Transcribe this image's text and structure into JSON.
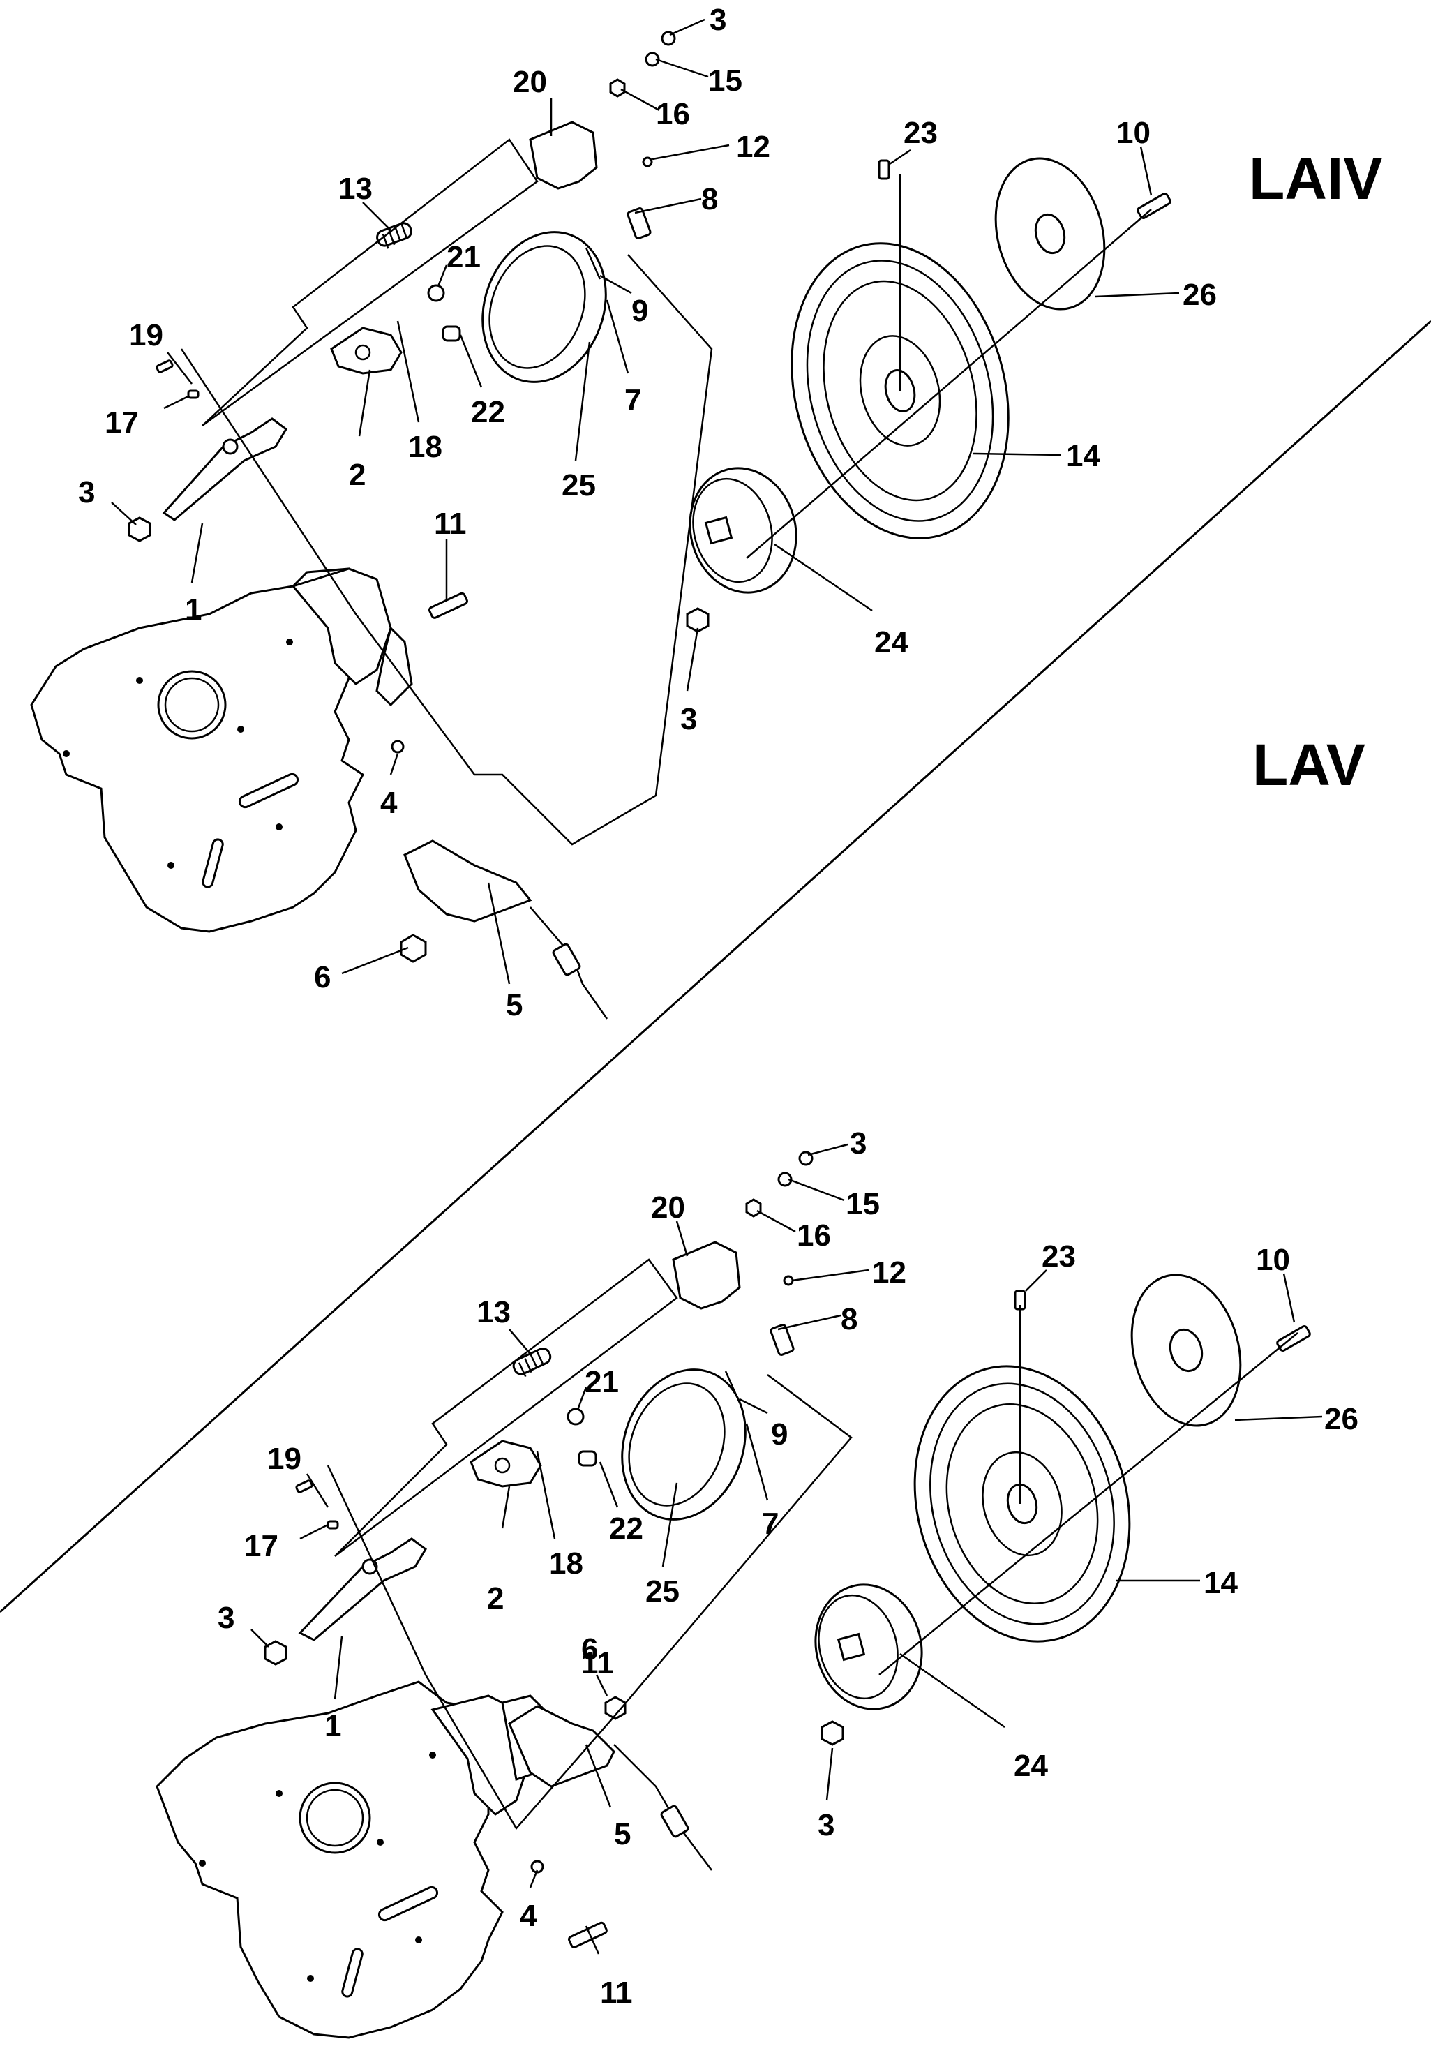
{
  "views": [
    {
      "title": "LAIV",
      "labels": [
        "3",
        "15",
        "16",
        "20",
        "12",
        "8",
        "13",
        "21",
        "9",
        "23",
        "10",
        "26",
        "19",
        "22",
        "7",
        "2",
        "18",
        "17",
        "25",
        "14",
        "3",
        "1",
        "11",
        "24",
        "3",
        "4",
        "6",
        "5"
      ]
    },
    {
      "title": "LAV",
      "labels": [
        "3",
        "15",
        "16",
        "20",
        "12",
        "8",
        "13",
        "21",
        "9",
        "23",
        "10",
        "26",
        "19",
        "22",
        "7",
        "2",
        "18",
        "17",
        "25",
        "14",
        "3",
        "1",
        "11",
        "24",
        "3",
        "4",
        "6",
        "5",
        "11"
      ]
    }
  ]
}
